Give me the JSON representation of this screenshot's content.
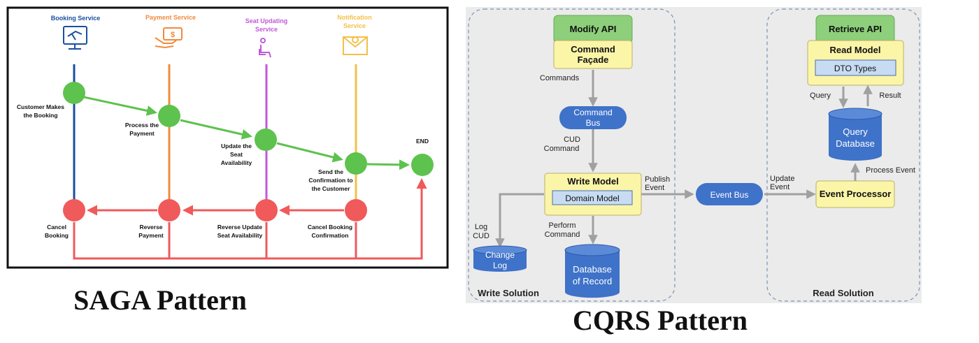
{
  "saga": {
    "title": "SAGA Pattern",
    "services": [
      {
        "line1": "Booking Service",
        "line2": "",
        "color": "#1a4fa0",
        "icon": "computer-icon"
      },
      {
        "line1": "Payment Service",
        "line2": "",
        "color": "#f08a3c",
        "icon": "payment-card-icon"
      },
      {
        "line1": "Seat Updating",
        "line2": "Service",
        "color": "#c05ad8",
        "icon": "seat-icon"
      },
      {
        "line1": "Notification",
        "line2": "Service",
        "color": "#f2c04a",
        "icon": "envelope-icon"
      }
    ],
    "steps": [
      {
        "lines": [
          "Customer Makes",
          "the Booking"
        ]
      },
      {
        "lines": [
          "Process the",
          "Payment"
        ]
      },
      {
        "lines": [
          "Update the",
          "Seat",
          "Availability"
        ]
      },
      {
        "lines": [
          "Send the",
          "Confirmation to",
          "the Customer"
        ]
      }
    ],
    "end_label": "END",
    "compensations": [
      {
        "lines": [
          "Cancel",
          "Booking"
        ]
      },
      {
        "lines": [
          "Reverse",
          "Payment"
        ]
      },
      {
        "lines": [
          "Reverse Update",
          "Seat Availability"
        ]
      },
      {
        "lines": [
          "Cancel Booking",
          "Confirmation"
        ]
      }
    ],
    "colors": {
      "success": "#5ec24e",
      "failure": "#f05a5a",
      "border": "#111111"
    }
  },
  "cqrs": {
    "title": "CQRS Pattern",
    "write_solution_label": "Write Solution",
    "read_solution_label": "Read Solution",
    "modify_api": "Modify API",
    "command_facade": [
      "Command",
      "Façade"
    ],
    "commands_label": "Commands",
    "command_bus": [
      "Command",
      "Bus"
    ],
    "cud_command": [
      "CUD",
      "Command"
    ],
    "write_model": "Write Model",
    "domain_model": "Domain Model",
    "publish_event": [
      "Publish",
      "Event"
    ],
    "log_cud": [
      "Log",
      "CUD"
    ],
    "change_log": [
      "Change",
      "Log"
    ],
    "perform_command": [
      "Perform",
      "Command"
    ],
    "database_of_record": [
      "Database",
      "of Record"
    ],
    "event_bus": "Event Bus",
    "update_event": [
      "Update",
      "Event"
    ],
    "event_processor": "Event Processor",
    "process_event": "Process Event",
    "retrieve_api": "Retrieve API",
    "read_model": "Read Model",
    "dto_types": "DTO Types",
    "query_label": "Query",
    "result_label": "Result",
    "query_database": [
      "Query",
      "Database"
    ],
    "colors": {
      "green": "#8dcf7a",
      "yellow": "#fbf5a8",
      "blue": "#3f72c9",
      "panel": "#ebebeb",
      "arrow": "#a0a0a0"
    }
  }
}
